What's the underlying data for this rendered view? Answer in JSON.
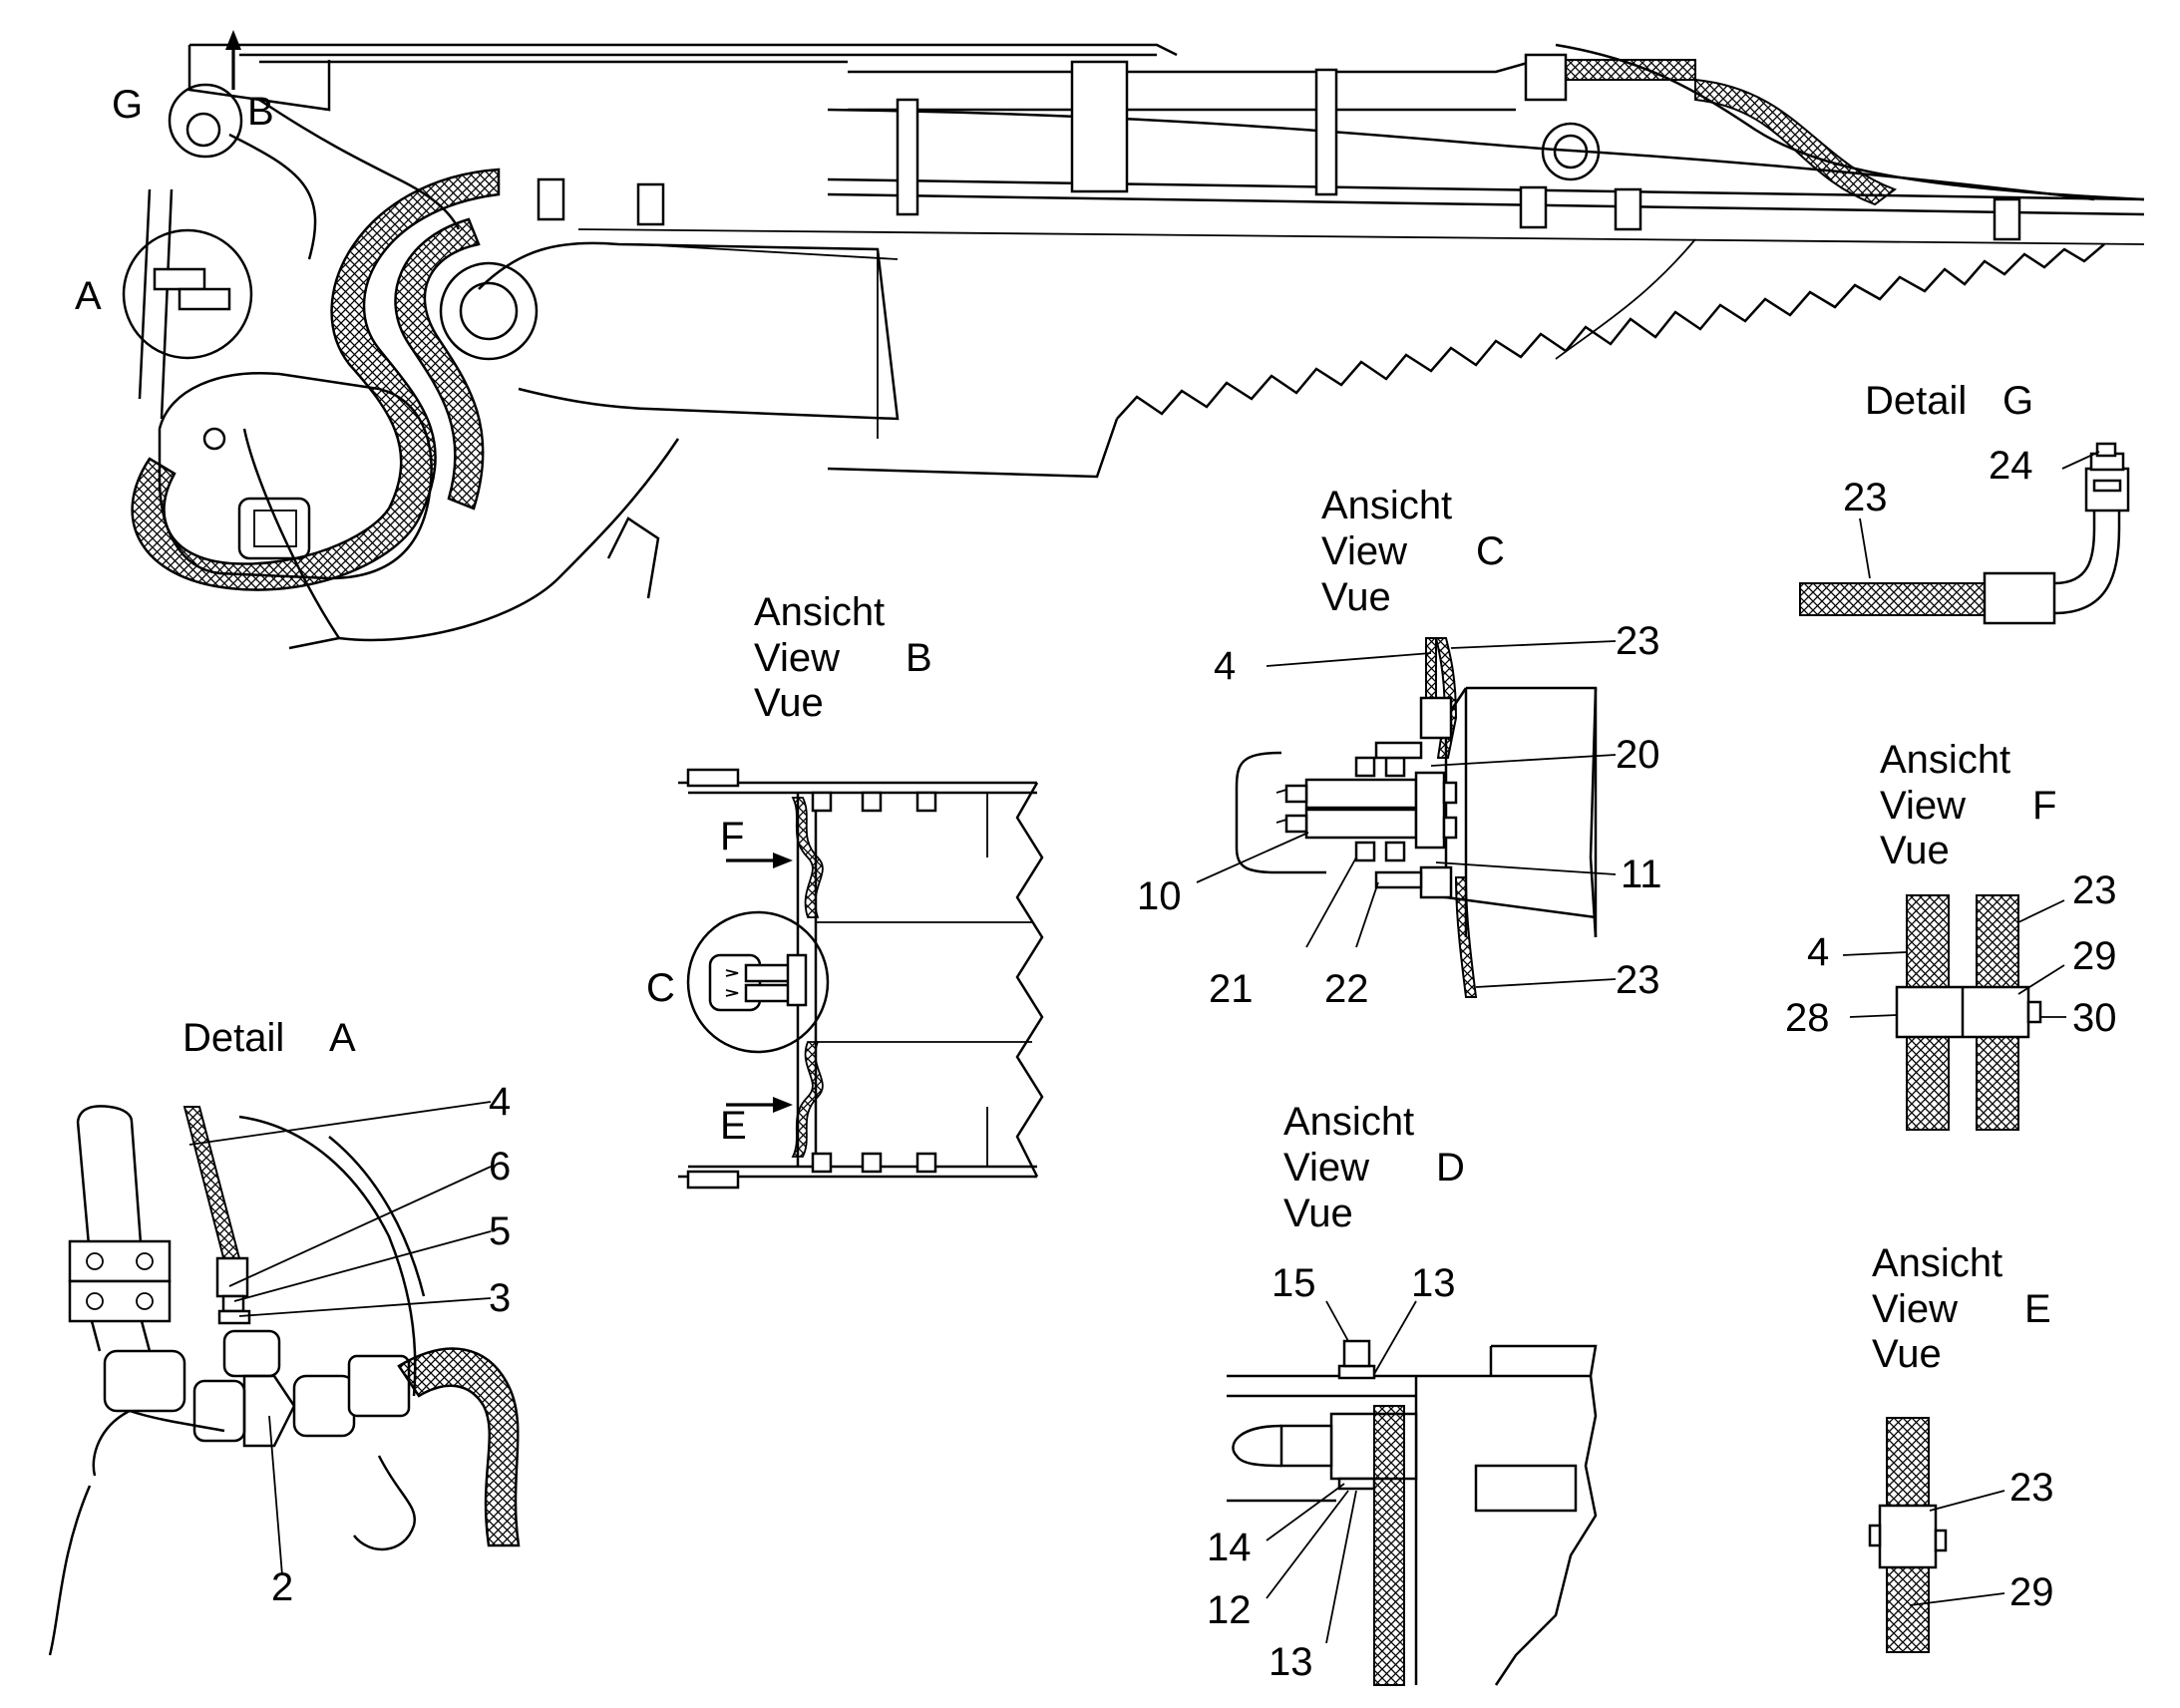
{
  "labels": {
    "view_markers": {
      "g": "G",
      "b": "B",
      "a": "A",
      "c": "C",
      "f": "F",
      "e": "E"
    },
    "detail_g": {
      "title_word": "Detail",
      "title_letter": "G",
      "c23": "23",
      "c24": "24"
    },
    "view_c": {
      "l1": "Ansicht",
      "l2": "View",
      "letter": "C",
      "l3": "Vue",
      "c4": "4",
      "c23a": "23",
      "c20": "20",
      "c10": "10",
      "c11": "11",
      "c21": "21",
      "c22": "22",
      "c23b": "23"
    },
    "view_b": {
      "l1": "Ansicht",
      "l2": "View",
      "letter": "B",
      "l3": "Vue"
    },
    "view_f": {
      "l1": "Ansicht",
      "l2": "View",
      "letter": "F",
      "l3": "Vue",
      "c23": "23",
      "c4": "4",
      "c29": "29",
      "c28": "28",
      "c30": "30"
    },
    "detail_a": {
      "title_word": "Detail",
      "title_letter": "A",
      "c4": "4",
      "c6": "6",
      "c5": "5",
      "c3": "3",
      "c2": "2"
    },
    "view_d": {
      "l1": "Ansicht",
      "l2": "View",
      "letter": "D",
      "l3": "Vue",
      "c15": "15",
      "c13a": "13",
      "c14": "14",
      "c12": "12",
      "c13b": "13"
    },
    "view_e": {
      "l1": "Ansicht",
      "l2": "View",
      "letter": "E",
      "l3": "Vue",
      "c23": "23",
      "c29": "29"
    }
  }
}
